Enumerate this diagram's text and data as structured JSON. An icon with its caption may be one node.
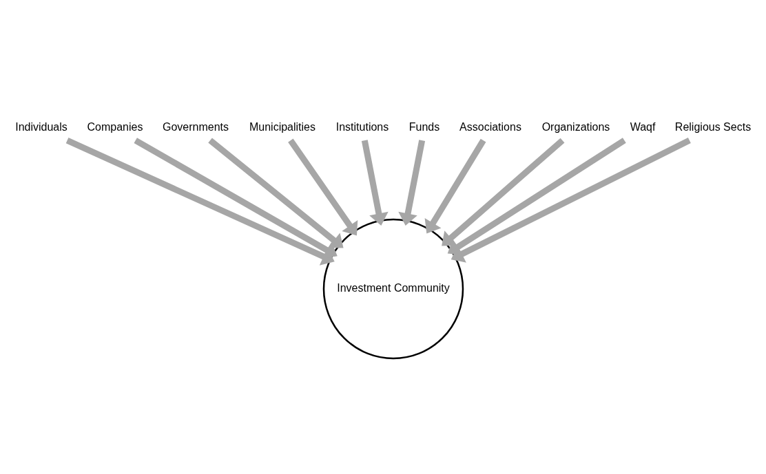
{
  "diagram": {
    "nodes": [
      {
        "text": [
          "Institutions"
        ]
      },
      {
        "text": [
          "Funds"
        ]
      },
      {
        "text": [
          "Municipalities"
        ]
      },
      {
        "text": [
          "Associations"
        ]
      },
      {
        "text": [
          "Governments"
        ]
      },
      {
        "text": [
          "Organizations"
        ]
      },
      {
        "text": [
          "Companies"
        ]
      },
      {
        "text": [
          "Waqf"
        ]
      },
      {
        "text": [
          "Individuals"
        ]
      },
      {
        "text": [
          "Religious Sects"
        ]
      },
      {
        "text": [
          "Investment Community"
        ]
      }
    ],
    "edges": [
      {
        "from": 8,
        "to": 10,
        "arrow": "to"
      },
      {
        "from": 6,
        "to": 10,
        "arrow": "to"
      },
      {
        "from": 4,
        "to": 10,
        "arrow": "to"
      },
      {
        "from": 2,
        "to": 10,
        "arrow": "to"
      },
      {
        "from": 0,
        "to": 10,
        "arrow": "to"
      },
      {
        "from": 1,
        "to": 10,
        "arrow": "to"
      },
      {
        "from": 3,
        "to": 10,
        "arrow": "to"
      },
      {
        "from": 5,
        "to": 10,
        "arrow": "to"
      },
      {
        "from": 7,
        "to": 10,
        "arrow": "to"
      },
      {
        "from": 9,
        "to": 10,
        "arrow": "to"
      }
    ]
  }
}
